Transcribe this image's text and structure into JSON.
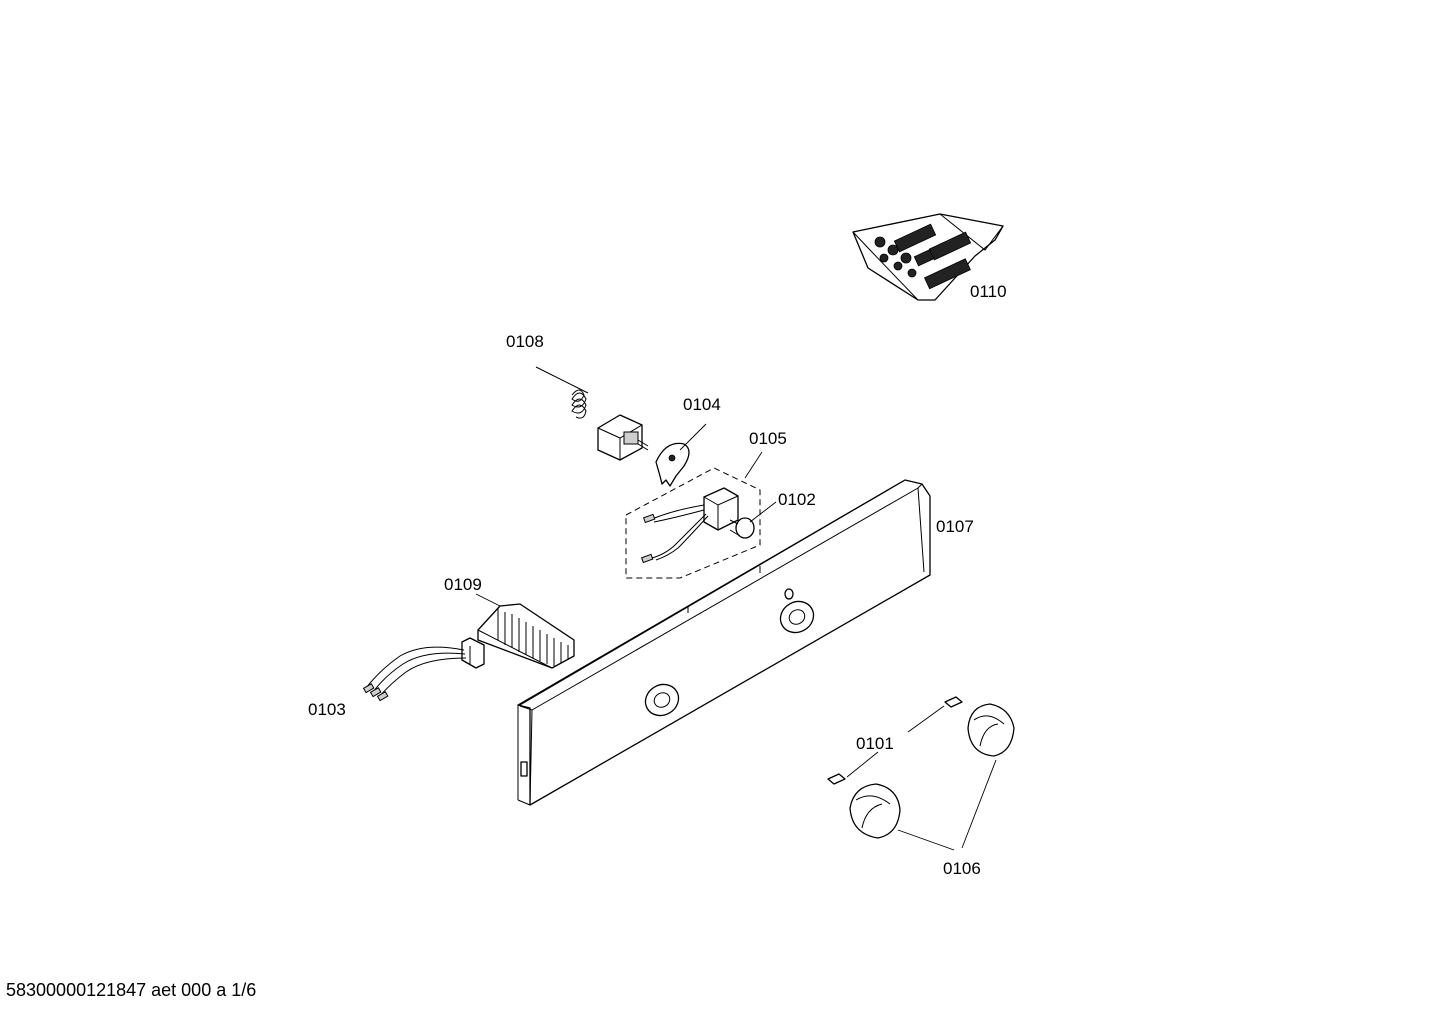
{
  "diagram": {
    "labels": {
      "p0101": "0101",
      "p0102": "0102",
      "p0103": "0103",
      "p0104": "0104",
      "p0105": "0105",
      "p0106": "0106",
      "p0107": "0107",
      "p0108": "0108",
      "p0109": "0109",
      "p0110": "0110"
    },
    "footer": "58300000121847 aet 000 a 1/6"
  }
}
